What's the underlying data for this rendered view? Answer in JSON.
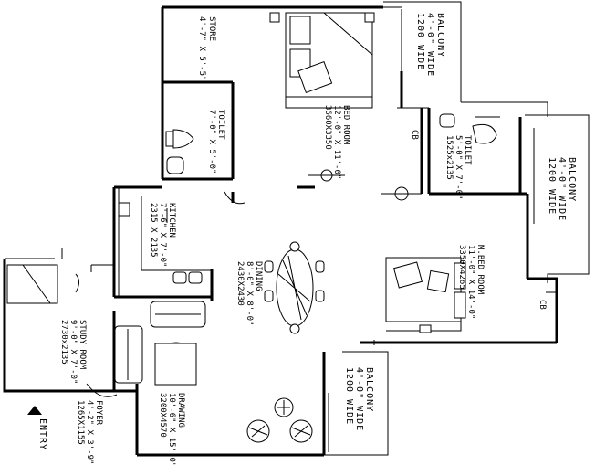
{
  "rooms": {
    "store": {
      "name": "STORE",
      "dim": "4'-7\" X 5'-5\""
    },
    "balcony_top": {
      "name": "BALCONY",
      "dim1": "4'-0\" WIDE",
      "dim2": "1200 WIDE"
    },
    "bed_room": {
      "name": "BED ROOM",
      "dim": "12'-0\" X 11'-0\"",
      "mm": "3660X3350"
    },
    "toilet_left": {
      "name": "TOILET",
      "dim": "7'-0\" X 5'-0\""
    },
    "cb_top": {
      "name": "CB"
    },
    "toilet_right": {
      "name": "TOILET",
      "dim": "5'-0\" X 7'-0\"",
      "mm": "1525x2135"
    },
    "balcony_right": {
      "name": "BALCONY",
      "dim1": "4'-0\" WIDE",
      "dim2": "1200 WIDE"
    },
    "kitchen": {
      "name": "KITCHEN",
      "dim": "7'-6\" X 7'-0\"",
      "mm": "2315 X 2135"
    },
    "dining": {
      "name": "DINING",
      "dim": "8'-0\" X 8'-0\"",
      "mm": "2430X2430"
    },
    "master_bed": {
      "name": "M.BED ROOM",
      "dim": "11'-0\" X 14'-0\"",
      "mm": "3350X4265"
    },
    "cb_right": {
      "name": "CB"
    },
    "study": {
      "name": "STUDY ROOM",
      "dim": "9'-0\" X 7'-0\"",
      "mm": "2730x2135"
    },
    "drawing": {
      "name": "DRAWING",
      "dim": "10'-6\" X 15'-0\"",
      "mm": "3200X4570"
    },
    "balcony_bottom": {
      "name": "BALCONY",
      "dim1": "4'-0\" WIDE",
      "dim2": "1200 WIDE"
    },
    "foyer": {
      "name": "FOYER",
      "dim": "4'-2\" X 3'-9\"",
      "mm": "1265X1155"
    },
    "entry": {
      "name": "ENTRY"
    }
  }
}
